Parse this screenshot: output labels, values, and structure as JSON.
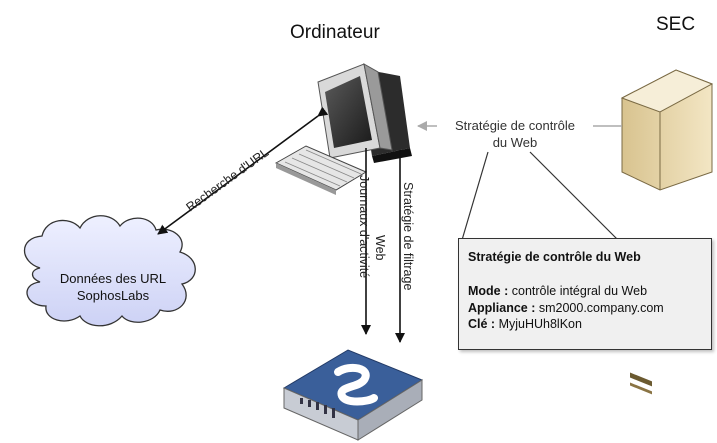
{
  "nodes": {
    "computer_title": "Ordinateur",
    "sec_title": "SEC",
    "cloud_line1": "Données des URL",
    "cloud_line2": "SophosLabs"
  },
  "edges": {
    "url_lookup": "Recherche d'URL",
    "activity_logs_line1": "Journaux d'activité",
    "activity_logs_line2": "Web",
    "filtering_policy": "Stratégie de filtrage",
    "web_policy_line1": "Stratégie de contrôle",
    "web_policy_line2": "du Web"
  },
  "policy_box": {
    "title": "Stratégie de contrôle du Web",
    "mode_label": "Mode :",
    "mode_value": "contrôle intégral du Web",
    "appliance_label": "Appliance :",
    "appliance_value": "sm2000.company.com",
    "key_label": "Clé :",
    "key_value": "MyjuHUh8lKon"
  },
  "colors": {
    "appliance_top": "#3a5f9a",
    "appliance_side": "#c8ccd4",
    "server_body": "#ead9b0"
  }
}
